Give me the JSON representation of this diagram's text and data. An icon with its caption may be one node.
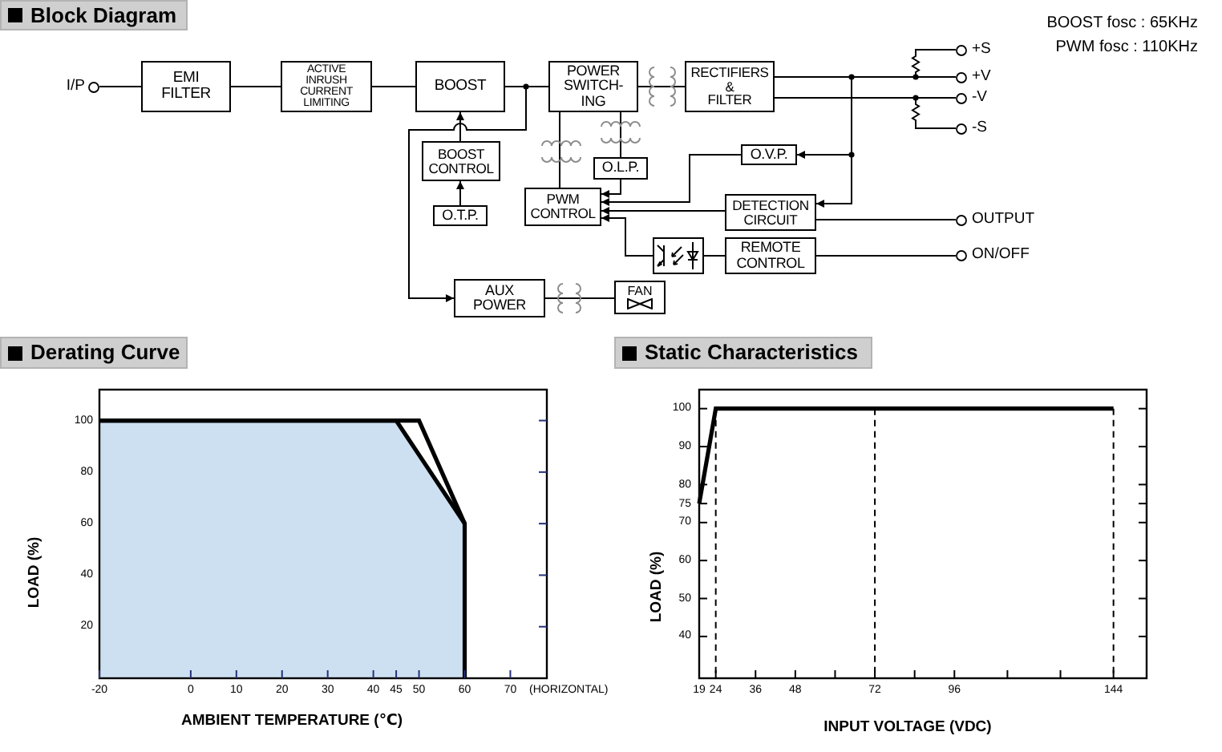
{
  "diagram": {
    "title": "Block Diagram",
    "nodes": [
      {
        "text": [
          "I/P"
        ]
      },
      {
        "text": [
          "EMI FILTER"
        ]
      },
      {
        "text": [
          "ACTIVE INRUSH CURRENT LIMITING"
        ]
      },
      {
        "text": [
          "BOOST"
        ]
      },
      {
        "text": [
          "POWER SWITCH- ING"
        ]
      },
      {
        "text": [
          "RECTIFIERS & FILTER"
        ]
      },
      {
        "text": [
          "+S"
        ]
      },
      {
        "text": [
          "+V"
        ]
      },
      {
        "text": [
          "-V"
        ]
      },
      {
        "text": [
          "-S"
        ]
      },
      {
        "text": [
          "BOOST CONTROL"
        ]
      },
      {
        "text": [
          "O.L.P."
        ]
      },
      {
        "text": [
          "O.V.P."
        ]
      },
      {
        "text": [
          "O.T.P."
        ]
      },
      {
        "text": [
          "PWM CONTROL"
        ]
      },
      {
        "text": [
          "DETECTION CIRCUIT"
        ]
      },
      {
        "text": [
          "OUTPUT"
        ]
      },
      {
        "text": [],
        "shape": "picture"
      },
      {
        "text": [
          "REMOTE CONTROL"
        ]
      },
      {
        "text": [
          "ON/OFF"
        ]
      },
      {
        "text": [
          "AUX POWER"
        ]
      },
      {
        "text": [
          "FAN"
        ]
      }
    ],
    "edges": [
      {
        "from": 0,
        "to": 1,
        "arrow": "none"
      },
      {
        "from": 1,
        "to": 2,
        "arrow": "none"
      },
      {
        "from": 2,
        "to": 3,
        "arrow": "none"
      },
      {
        "from": 3,
        "to": 4,
        "arrow": "none"
      },
      {
        "from": 4,
        "to": 5,
        "arrow": "none"
      },
      {
        "from": 5,
        "to": 6,
        "arrow": "none"
      },
      {
        "from": 5,
        "to": 7,
        "arrow": "none"
      },
      {
        "from": 5,
        "to": 8,
        "arrow": "none"
      },
      {
        "from": 5,
        "to": 9,
        "arrow": "none"
      },
      {
        "from": 10,
        "to": 3,
        "arrow": "to"
      },
      {
        "from": 3,
        "to": 20,
        "arrow": "to"
      },
      {
        "from": 4,
        "to": 11,
        "arrow": "none"
      },
      {
        "from": 14,
        "to": 4,
        "arrow": "none"
      },
      {
        "from": 11,
        "to": 14,
        "arrow": "to"
      },
      {
        "from": 5,
        "to": 12,
        "arrow": "to"
      },
      {
        "from": 12,
        "to": 14,
        "arrow": "to"
      },
      {
        "from": 5,
        "to": 15,
        "arrow": "to"
      },
      {
        "from": 13,
        "to": 10,
        "arrow": "to"
      },
      {
        "from": 15,
        "to": 14,
        "arrow": "to"
      },
      {
        "from": 15,
        "to": 16,
        "arrow": "none"
      },
      {
        "from": 17,
        "to": 14,
        "arrow": "to"
      },
      {
        "from": 18,
        "to": 17,
        "arrow": "none"
      },
      {
        "from": 18,
        "to": 19,
        "arrow": "none"
      },
      {
        "from": 20,
        "to": 21,
        "arrow": "none"
      }
    ],
    "labels": [
      "BOOST fosc : 65KHz",
      "PWM fosc : 110KHz"
    ],
    "chart_data": [
      {
        "type": "line",
        "title": "Derating Curve",
        "xlabel": "AMBIENT TEMPERATURE (℃)",
        "ylabel": "LOAD (%)",
        "x": [
          -20,
          45,
          50,
          60,
          60
        ],
        "series": [
          {
            "color": "#000000",
            "values": [
              100,
              100,
              100,
              60,
              null
            ]
          },
          {
            "color": "#000000",
            "values": [
              100,
              100,
              86.7,
              60,
              0
            ]
          }
        ],
        "xlim": [
          -20,
          78
        ],
        "ylim": [
          0,
          112
        ],
        "xticks": [
          -20,
          0,
          10,
          20,
          30,
          40,
          45,
          50,
          60,
          70
        ],
        "yticks": [
          20,
          40,
          60,
          80,
          100
        ],
        "annotations": [
          "(HORIZONTAL)"
        ]
      },
      {
        "type": "line",
        "title": "Static Characteristics",
        "xlabel": "INPUT VOLTAGE (VDC)",
        "ylabel": "LOAD (%)",
        "x": [
          19,
          24,
          144
        ],
        "series": [
          {
            "color": "#000000",
            "values": [
              75,
              100,
              100
            ]
          }
        ],
        "xlim": [
          19,
          154
        ],
        "ylim": [
          29,
          105
        ],
        "xticks": [
          19,
          24,
          36,
          48,
          72,
          96,
          144
        ],
        "yticks": [
          40,
          50,
          60,
          70,
          75,
          80,
          90,
          100
        ],
        "ref_lines": [
          {
            "axis": "x",
            "value": 24
          },
          {
            "axis": "x",
            "value": 72
          },
          {
            "axis": "x",
            "value": 144
          }
        ]
      }
    ]
  }
}
